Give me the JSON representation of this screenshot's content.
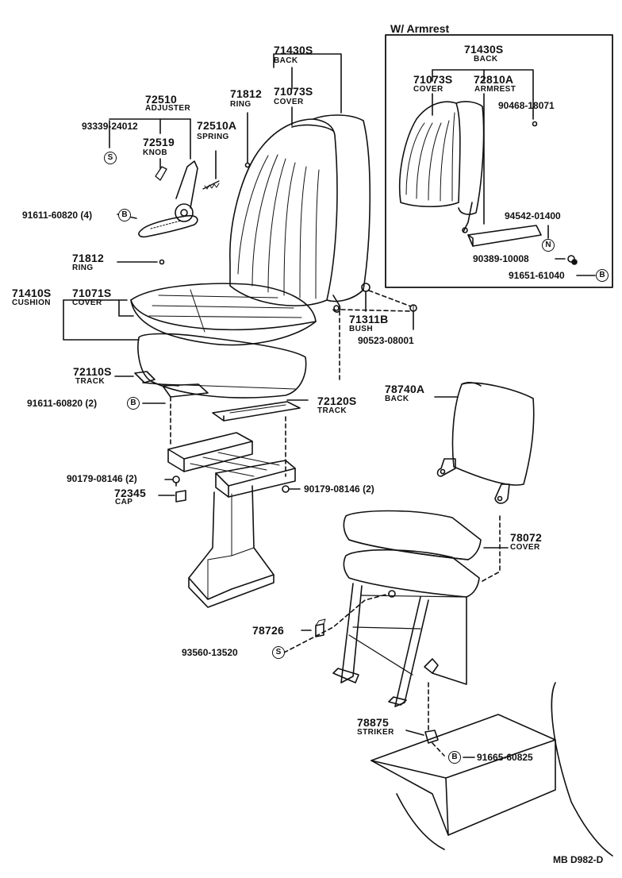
{
  "inset": {
    "title": "W/ Armrest"
  },
  "drawing_code": "MB D982-D",
  "badges": {
    "s": "S",
    "b": "B",
    "n": "N"
  },
  "parts": {
    "p71430S": {
      "num": "71430S",
      "sub": "BACK"
    },
    "p71812a": {
      "num": "71812",
      "sub": "RING"
    },
    "p71073S": {
      "num": "71073S",
      "sub": "COVER"
    },
    "p72510": {
      "num": "72510",
      "sub": "ADJUSTER"
    },
    "p93339": {
      "num": "93339-24012"
    },
    "p72519": {
      "num": "72519",
      "sub": "KNOB"
    },
    "p72510A": {
      "num": "72510A",
      "sub": "SPRING"
    },
    "p91611_4": {
      "num": "91611-60820 (4)"
    },
    "p71812b": {
      "num": "71812",
      "sub": "RING"
    },
    "p71410S": {
      "num": "71410S",
      "sub": "CUSHION"
    },
    "p71071S": {
      "num": "71071S",
      "sub": "COVER"
    },
    "p71311B": {
      "num": "71311B",
      "sub": "BUSH"
    },
    "p90523": {
      "num": "90523-08001"
    },
    "p72110S": {
      "num": "72110S",
      "sub": "TRACK"
    },
    "p91611_2": {
      "num": "91611-60820 (2)"
    },
    "p72120S": {
      "num": "72120S",
      "sub": "TRACK"
    },
    "p90179a": {
      "num": "90179-08146 (2)"
    },
    "p72345": {
      "num": "72345",
      "sub": "CAP"
    },
    "p90179b": {
      "num": "90179-08146 (2)"
    },
    "p78740A": {
      "num": "78740A",
      "sub": "BACK"
    },
    "p78072": {
      "num": "78072",
      "sub": "COVER"
    },
    "p78726": {
      "num": "78726"
    },
    "p93560": {
      "num": "93560-13520"
    },
    "p78875": {
      "num": "78875",
      "sub": "STRIKER"
    },
    "p91665": {
      "num": "91665-60825"
    },
    "a71430S": {
      "num": "71430S",
      "sub": "BACK"
    },
    "a71073S": {
      "num": "71073S",
      "sub": "COVER"
    },
    "a72810A": {
      "num": "72810A",
      "sub": "ARMREST"
    },
    "a90468": {
      "num": "90468-18071"
    },
    "a94542": {
      "num": "94542-01400"
    },
    "a90389": {
      "num": "90389-10008"
    },
    "a91651": {
      "num": "91651-61040"
    }
  }
}
